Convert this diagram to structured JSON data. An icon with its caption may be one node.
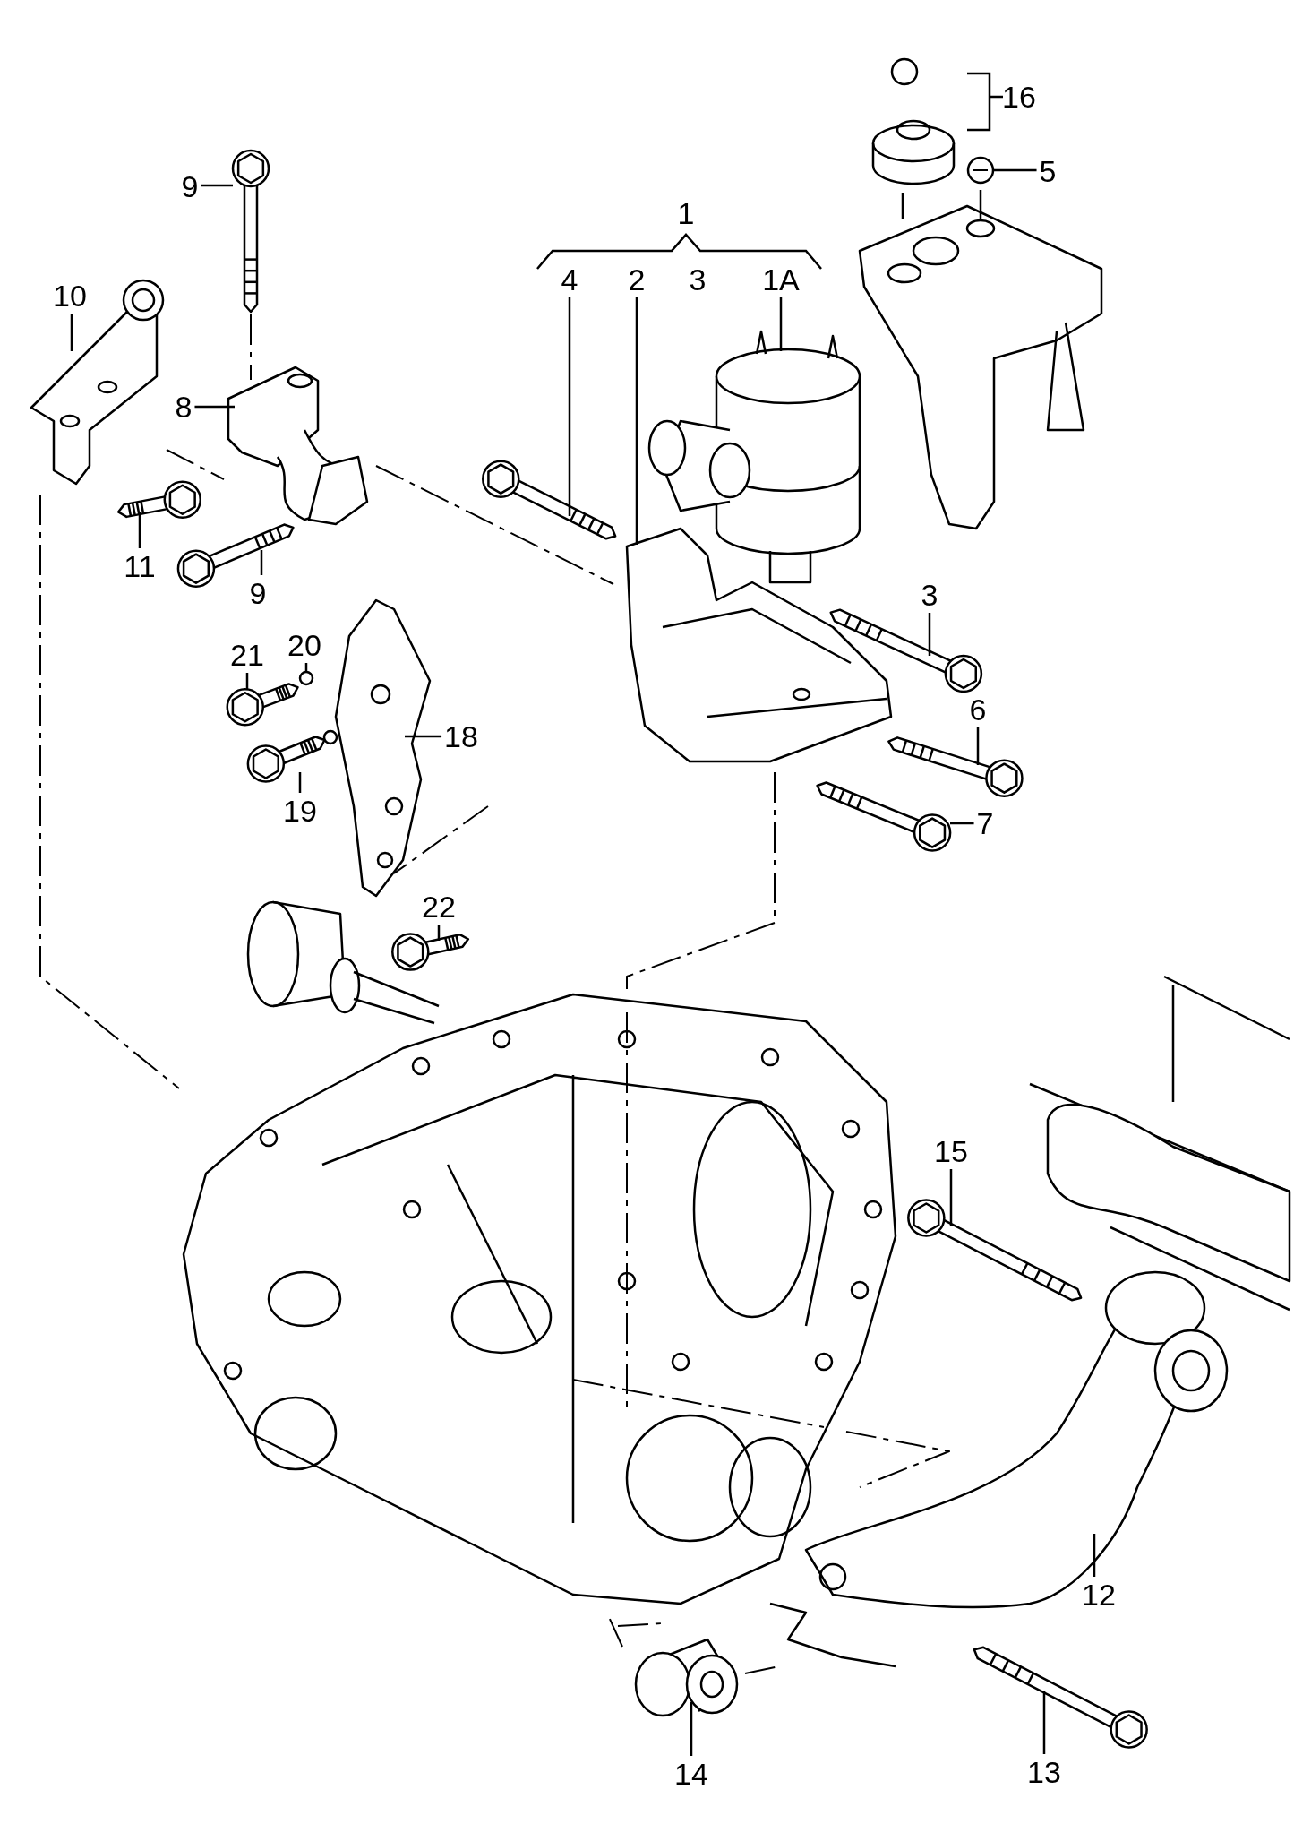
{
  "diagram": {
    "nodes": [
      {
        "text": [
          "9"
        ]
      },
      {
        "text": [
          "10"
        ]
      },
      {
        "text": [
          "8"
        ]
      },
      {
        "text": [
          "11"
        ]
      },
      {
        "text": [
          "9"
        ]
      },
      {
        "text": [
          "4"
        ]
      },
      {
        "text": [
          "2"
        ]
      },
      {
        "text": [
          "1A"
        ]
      },
      {
        "text": [
          "5"
        ]
      },
      {
        "text": [
          "3"
        ]
      },
      {
        "text": [
          "21"
        ]
      },
      {
        "text": [
          "20"
        ]
      },
      {
        "text": [
          "18"
        ]
      },
      {
        "text": [
          "19"
        ]
      },
      {
        "text": [
          "6"
        ]
      },
      {
        "text": [
          "7"
        ]
      },
      {
        "text": [
          "22"
        ]
      },
      {
        "text": [
          "15"
        ]
      },
      {
        "text": [
          "12"
        ]
      },
      {
        "text": [
          "14"
        ]
      },
      {
        "text": [
          "13"
        ]
      },
      {
        "text": [],
        "shape": "picture"
      },
      {
        "text": [],
        "shape": "picture"
      },
      {
        "text": [],
        "shape": "picture"
      },
      {
        "text": [],
        "shape": "picture"
      },
      {
        "text": [],
        "shape": "picture"
      },
      {
        "text": [],
        "shape": "picture"
      },
      {
        "text": [],
        "shape": "picture"
      },
      {
        "text": [],
        "shape": "picture"
      },
      {
        "text": [],
        "shape": "picture"
      },
      {
        "text": [],
        "shape": "picture"
      },
      {
        "text": [],
        "shape": "picture"
      },
      {
        "text": [],
        "shape": "circle"
      },
      {
        "text": [],
        "shape": "picture"
      },
      {
        "text": [],
        "shape": "picture"
      },
      {
        "text": [],
        "shape": "picture"
      },
      {
        "text": [],
        "shape": "picture"
      },
      {
        "text": [],
        "shape": "picture"
      },
      {
        "text": [],
        "shape": "picture"
      },
      {
        "text": [],
        "shape": "picture"
      },
      {
        "text": [],
        "shape": "picture"
      },
      {
        "text": [],
        "shape": "picture"
      }
    ],
    "edges": [
      {
        "from": 0,
        "to": 21,
        "arrow": "none"
      },
      {
        "from": 1,
        "to": 22,
        "arrow": "none"
      },
      {
        "from": 2,
        "to": 23,
        "arrow": "none"
      },
      {
        "from": 3,
        "to": 24,
        "arrow": "none"
      },
      {
        "from": 4,
        "to": 25,
        "arrow": "none"
      },
      {
        "from": 5,
        "to": 26,
        "arrow": "none"
      },
      {
        "from": 6,
        "to": 27,
        "arrow": "none"
      },
      {
        "from": 7,
        "to": 28,
        "arrow": "none"
      },
      {
        "from": 8,
        "to": 29,
        "arrow": "none"
      },
      {
        "from": 9,
        "to": 30,
        "arrow": "none"
      },
      {
        "from": 10,
        "to": 31,
        "arrow": "none"
      },
      {
        "from": 11,
        "to": 32,
        "arrow": "none"
      },
      {
        "from": 12,
        "to": 33,
        "arrow": "none"
      },
      {
        "from": 13,
        "to": 34,
        "arrow": "none"
      },
      {
        "from": 14,
        "to": 35,
        "arrow": "none"
      },
      {
        "from": 15,
        "to": 36,
        "arrow": "none"
      },
      {
        "from": 16,
        "to": 37,
        "arrow": "none"
      },
      {
        "from": 17,
        "to": 38,
        "arrow": "none"
      },
      {
        "from": 18,
        "to": 39,
        "arrow": "none"
      },
      {
        "from": 19,
        "to": 40,
        "arrow": "none"
      },
      {
        "from": 20,
        "to": 41,
        "arrow": "none"
      },
      {
        "from": 21,
        "to": 23,
        "arrow": "none",
        "style": "dashed"
      }
    ],
    "labels": [
      "1",
      "3",
      "16"
    ]
  }
}
